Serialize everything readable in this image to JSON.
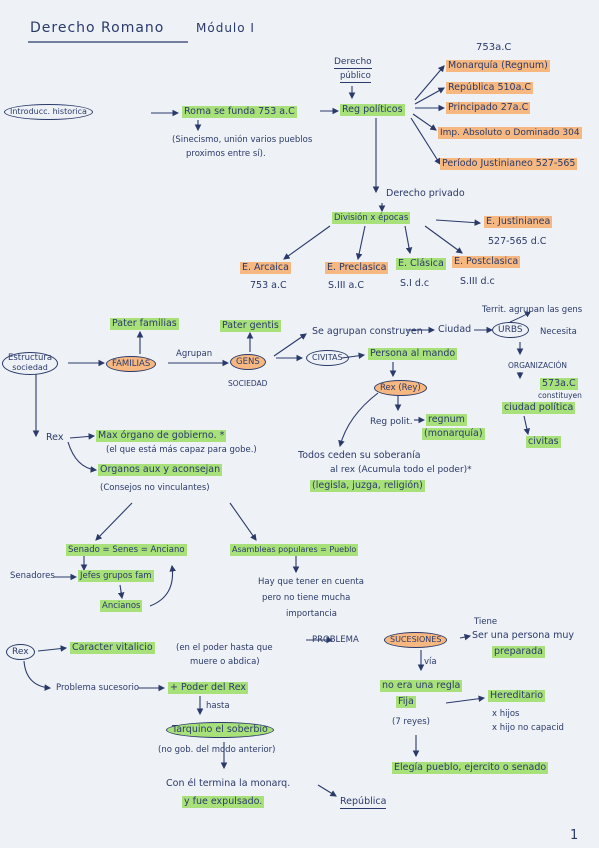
{
  "header": {
    "title": "Derecho Romano",
    "module": "Módulo I"
  },
  "page_number": "1",
  "intro": {
    "label": "Introducc. historica",
    "roma": "Roma se funda 753 a.C",
    "sinecismo_1": "(Sinecismo, unión varios pueblos",
    "sinecismo_2": "proximos entre sí)."
  },
  "derecho_publico": {
    "line1": "Derecho",
    "line2": "público"
  },
  "reg_politicos": "Reg políticos",
  "regimes": {
    "monarquia_date": "753a.C",
    "monarquia": "Monarquía (Regnum)",
    "republica": "República 510a.C",
    "principado": "Principado 27a.C",
    "imperio": "Imp. Absoluto o Dominado 304",
    "justinianeo": "Período Justinianeo 527-565"
  },
  "derecho_privado": "Derecho privado",
  "division": "División x épocas",
  "epochs": {
    "justinianea": "E. Justinianea",
    "justinianea_date": "527-565 d.C",
    "arcaica": "E. Arcaica",
    "arcaica_date": "753 a.C",
    "preclasica": "E. Preclasica",
    "preclasica_date": "S.III a.C",
    "clasica": "E. Clásica",
    "clasica_date": "S.I d.c",
    "postclasica": "E. Postclasica",
    "postclasica_date": "S.III d.c"
  },
  "structure": {
    "label_1": "Estructura",
    "label_2": "sociedad",
    "pater_familias": "Pater familias",
    "familias": "Familias",
    "agrupan": "Agrupan",
    "pater_gentis": "Pater gentis",
    "gens": "Gens",
    "sociedad": "Sociedad",
    "se_agrupan": "Se agrupan construyen",
    "ciudad": "Ciudad",
    "urbs": "Urbs",
    "necesita": "Necesita",
    "territ": "Territ. agrupan las gens",
    "civitas": "Civitas",
    "persona_mando": "Persona al mando",
    "rex_rey": "Rex (Rey)",
    "organizacion": "Organización",
    "date_573": "573a.C",
    "constituyen": "constituyen",
    "ciudad_politica": "ciudad política",
    "civitas_2": "civitas",
    "reg_polit": "Reg polit.",
    "regnum": "regnum",
    "monarquia": "(monarquía)",
    "ceden_1": "Todos ceden su soberanía",
    "ceden_2": "al rex (Acumula todo el poder)*",
    "ceden_3": "(legisla, juzga, religión)"
  },
  "rex_section": {
    "rex": "Rex",
    "max_organo": "Max órgano de gobierno. *",
    "max_organo_note": "(el que está más capaz para gobe.)",
    "organos": "Organos aux y aconsejan",
    "organos_note": "(Consejos no vinculantes)",
    "senado": "Senado = Senes = Anciano",
    "senadores": "Senadores",
    "jefes": "Jefes grupos fam",
    "ancianos": "Ancianos",
    "asambleas": "Asambleas populares = Pueblo",
    "hay_1": "Hay que tener en cuenta",
    "hay_2": "pero no tiene mucha",
    "hay_3": "importancia"
  },
  "rex_bottom": {
    "rex": "Rex",
    "caracter": "Caracter vitalicio",
    "caracter_note_1": "(en el poder hasta que",
    "caracter_note_2": "muere o abdica)",
    "problema": "Problema",
    "sucesiones": "Sucesiones",
    "tiene": "Tiene",
    "ser_1": "Ser una persona muy",
    "ser_2": "preparada",
    "via": "vía",
    "no_era": "no era una regla",
    "fija": "Fija",
    "reyes": "(7 reyes)",
    "hereditario": "Hereditario",
    "x_hijos": "x hijos",
    "x_hijo_no": "x hijo no capacid",
    "elegia": "Elegía pueblo, ejercito o senado",
    "problema_sucesorio": "Problema sucesorio",
    "mas_poder": "+ Poder del Rex",
    "hasta": "hasta",
    "tarquino": "Tarquino el soberbio",
    "no_gob": "(no gob. del modo anterior)",
    "con_el_1": "Con él termina la monarq.",
    "con_el_2": "y fue expulsado.",
    "republica": "República"
  }
}
